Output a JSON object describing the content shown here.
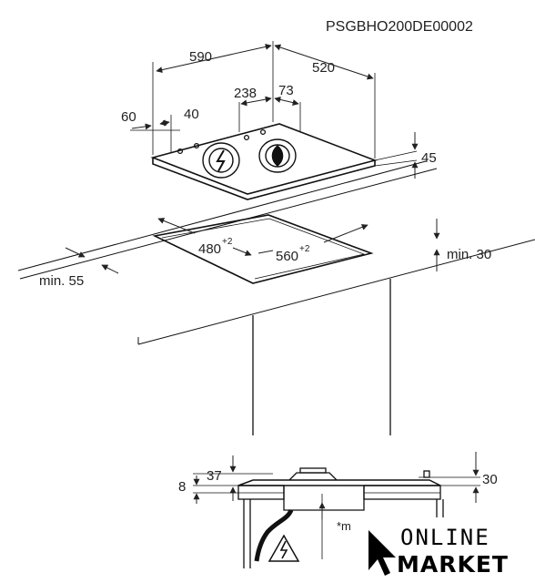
{
  "diagram": {
    "code": "PSGBHO200DE00002",
    "top_view": {
      "width": "590",
      "depth": "520",
      "offset_238": "238",
      "offset_73": "73",
      "left_60": "60",
      "left_40": "40",
      "height_45": "45"
    },
    "cutout": {
      "depth": "480",
      "depth_tol": "+2",
      "width": "560",
      "width_tol": "+2",
      "min_front": "min. 55",
      "min_back": "min. 30"
    },
    "side_view": {
      "left_8": "8",
      "left_37": "37",
      "right_30": "30",
      "note": "*m"
    },
    "logo": {
      "line1": "ONLINE",
      "line2": "MARKET"
    }
  }
}
